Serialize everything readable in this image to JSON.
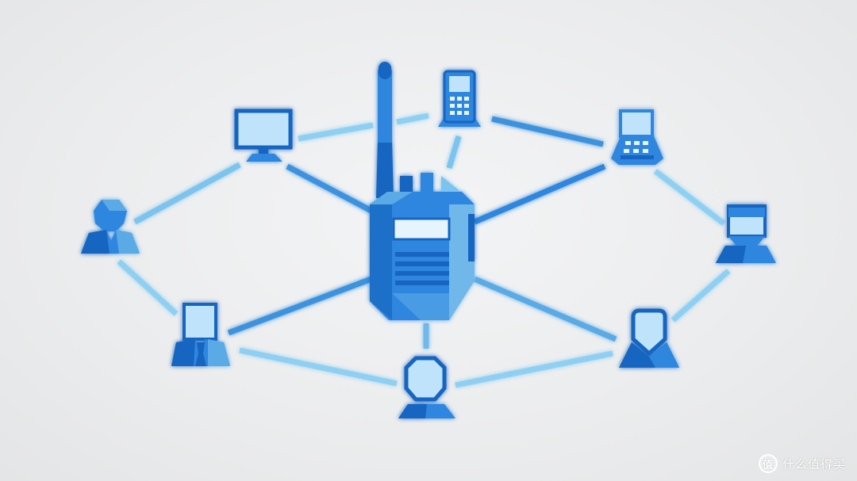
{
  "diagram": {
    "hub": "two-way-radio",
    "nodes": [
      {
        "id": "monitor",
        "icon": "monitor-icon"
      },
      {
        "id": "cellphone",
        "icon": "cellphone-icon"
      },
      {
        "id": "desk-phone",
        "icon": "desk-phone-icon"
      },
      {
        "id": "person-left",
        "icon": "person-icon"
      },
      {
        "id": "person-right",
        "icon": "person-icon"
      },
      {
        "id": "person-tie",
        "icon": "person-tie-icon"
      },
      {
        "id": "person-bottom",
        "icon": "person-icon"
      },
      {
        "id": "person-bottom-right",
        "icon": "person-icon"
      }
    ],
    "colors": {
      "dark_blue": "#1565c0",
      "mid_blue": "#2f86de",
      "light_blue": "#7cc3ee",
      "screen": "#bfe3fb"
    }
  },
  "watermark": {
    "icon_glyph": "值",
    "text": "什么值得买"
  }
}
